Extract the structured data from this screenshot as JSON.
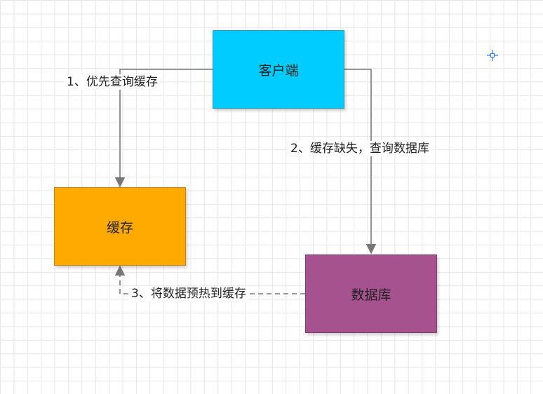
{
  "nodes": {
    "client": {
      "label": "客户端",
      "fill": "#00CCFF",
      "stroke": "#2a9cc2"
    },
    "cache": {
      "label": "缓存",
      "fill": "#FFAA00",
      "stroke": "#c98400"
    },
    "database": {
      "label": "数据库",
      "fill": "#A6528F",
      "stroke": "#7d3c6b"
    }
  },
  "edges": {
    "step1": "1、优先查询缓存",
    "step2": "2、缓存缺失，查询数据库",
    "step3": "3、将数据预热到缓存"
  },
  "colors": {
    "connector": "#777777",
    "grid": "#e6e6e6"
  }
}
